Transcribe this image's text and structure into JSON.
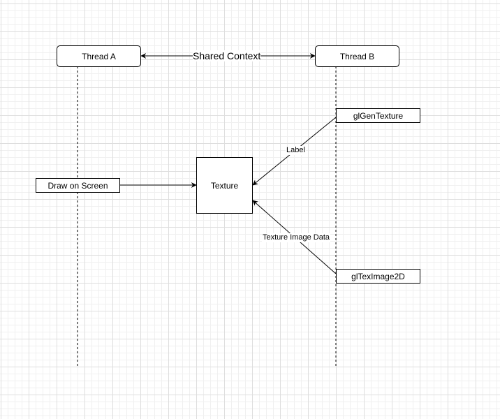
{
  "diagram": {
    "lifelines": [
      {
        "id": "thread-a",
        "label": "Thread A"
      },
      {
        "id": "thread-b",
        "label": "Thread B"
      }
    ],
    "shared_context_label": "Shared Context",
    "nodes": {
      "texture": "Texture",
      "draw_on_screen": "Draw on Screen",
      "gl_gen_texture": "glGenTexture",
      "gl_tex_image_2d": "glTexImage2D"
    },
    "edge_labels": {
      "label": "Label",
      "texture_image_data": "Texture Image Data"
    },
    "colors": {
      "stroke": "#000000",
      "background": "#ffffff",
      "grid_major": "#dedede",
      "grid_minor": "#f0f0f0"
    }
  }
}
